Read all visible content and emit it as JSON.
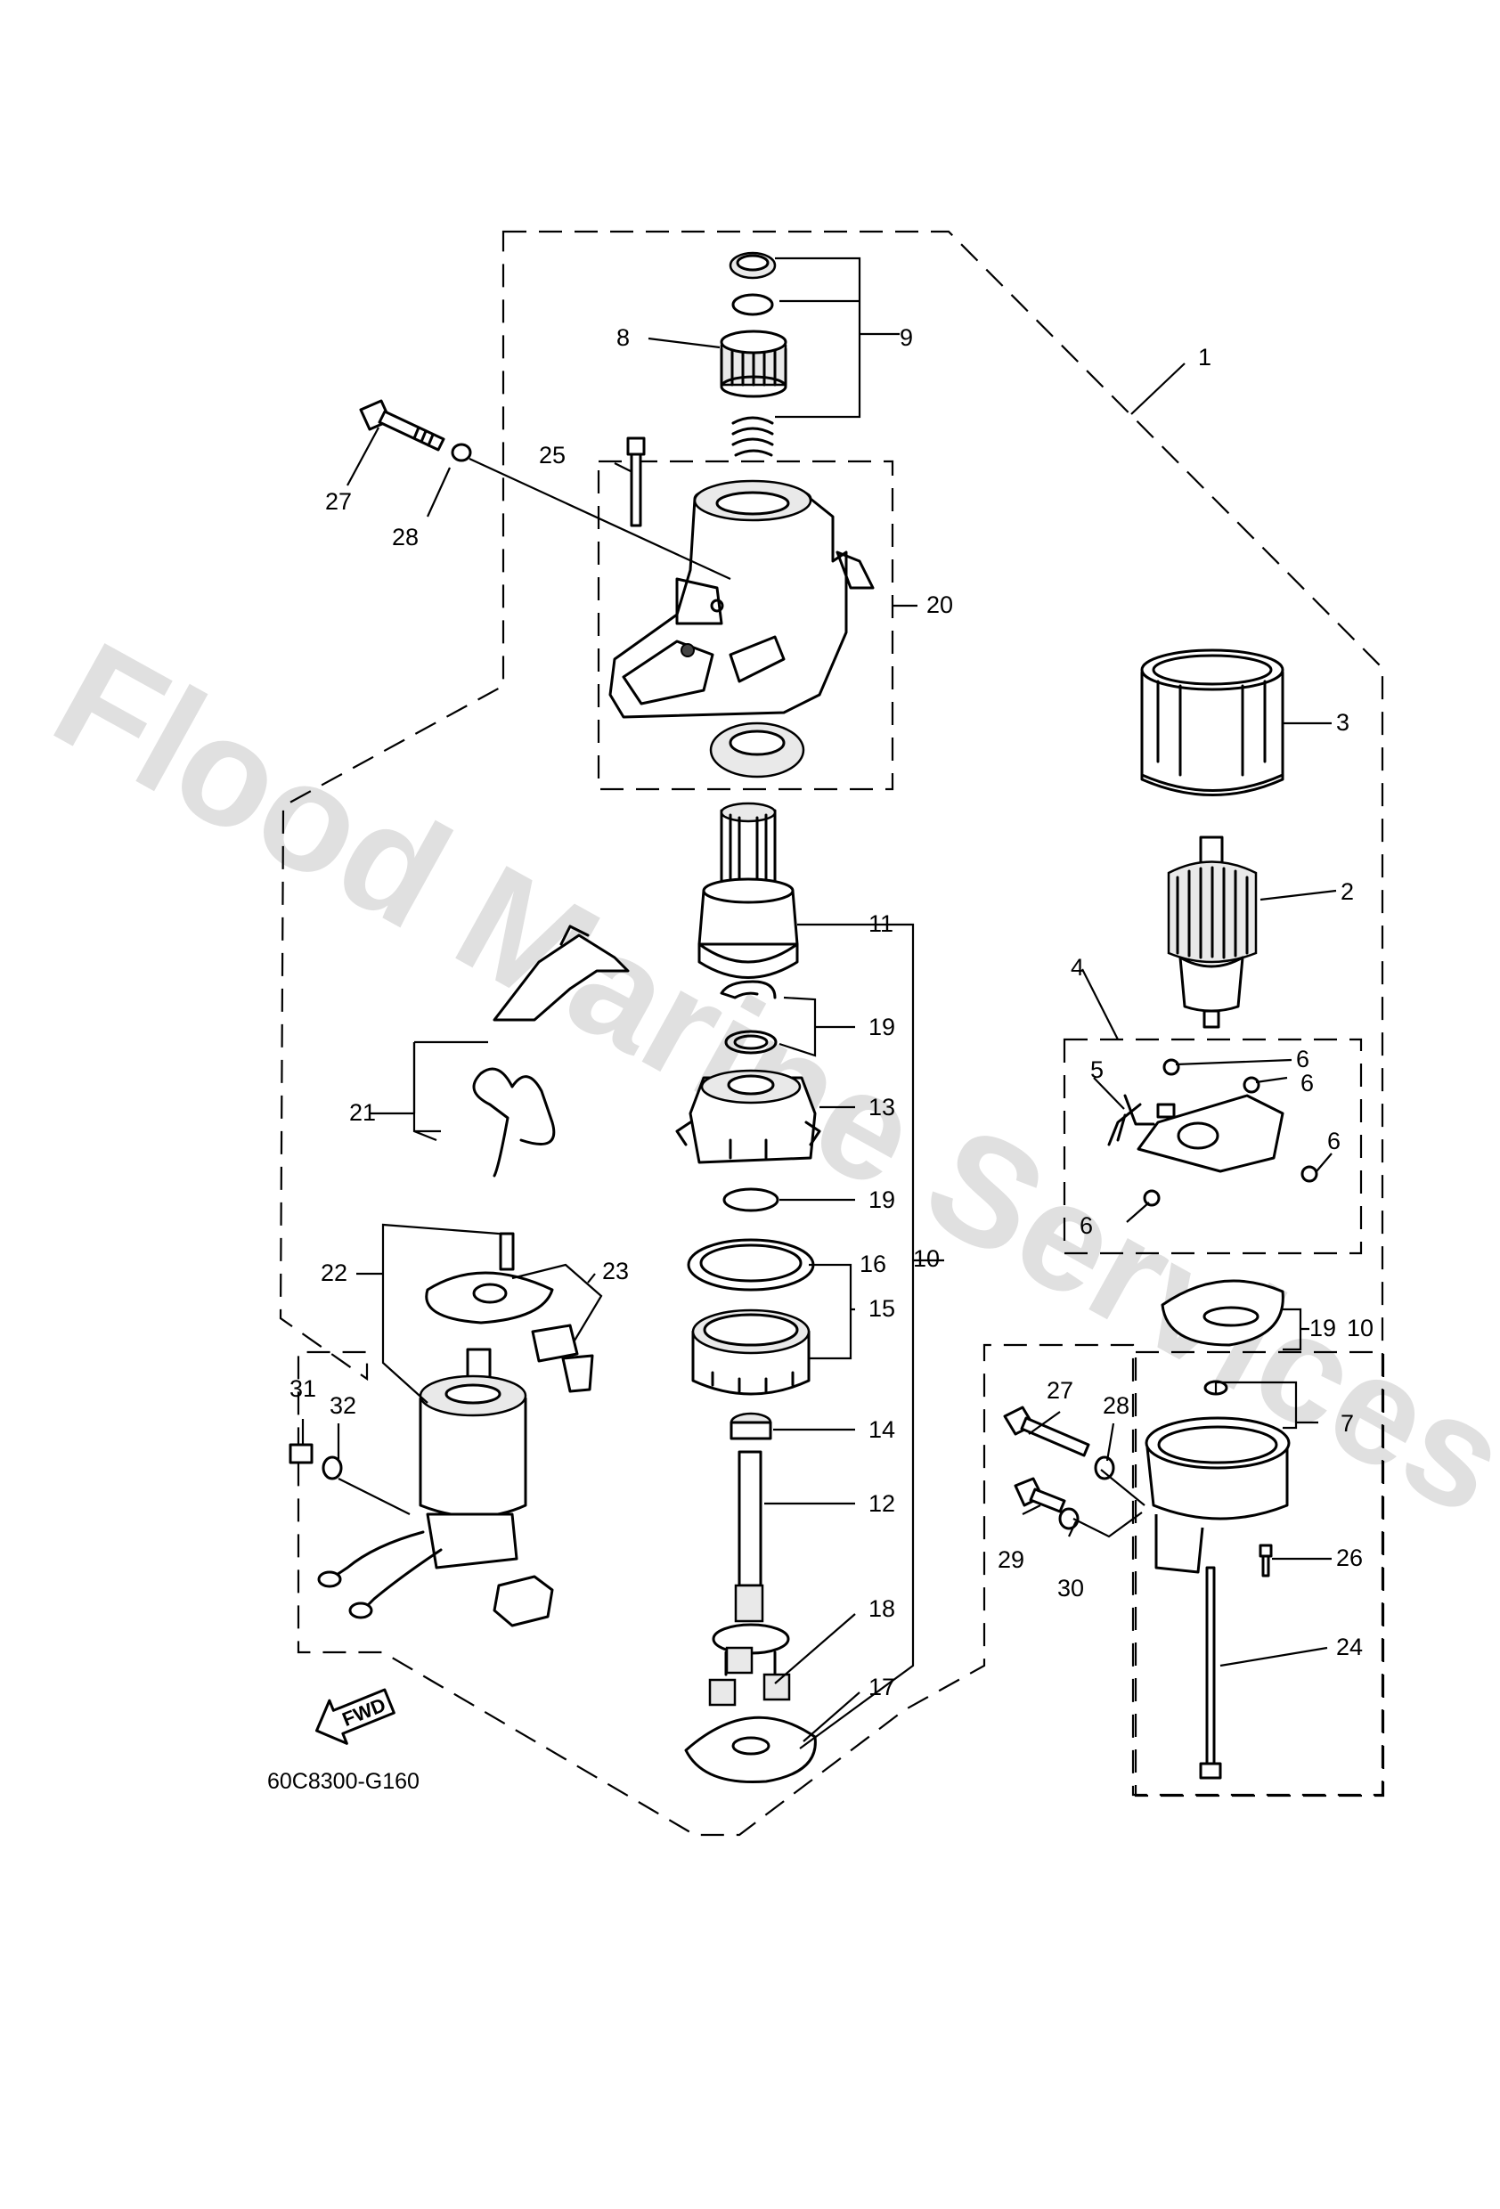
{
  "watermark": "Flood Marine Services",
  "diagram_code": "60C8300-G160",
  "fwd_label": "FWD",
  "callouts": {
    "c1": "1",
    "c2": "2",
    "c3": "3",
    "c4": "4",
    "c5": "5",
    "c6a": "6",
    "c6b": "6",
    "c6c": "6",
    "c6d": "6",
    "c7": "7",
    "c8": "8",
    "c9": "9",
    "c10": "10",
    "c10b": "19",
    "c10b_suffix": "10",
    "c11": "11",
    "c12": "12",
    "c13": "13",
    "c14": "14",
    "c15": "15",
    "c16": "16",
    "c17": "17",
    "c18": "18",
    "c19a": "19",
    "c19b": "19",
    "c20": "20",
    "c21": "21",
    "c22": "22",
    "c23": "23",
    "c24": "24",
    "c25": "25",
    "c26": "26",
    "c27a": "27",
    "c27b": "27",
    "c28a": "28",
    "c28b": "28",
    "c29": "29",
    "c30": "30",
    "c31": "31",
    "c32": "32"
  }
}
